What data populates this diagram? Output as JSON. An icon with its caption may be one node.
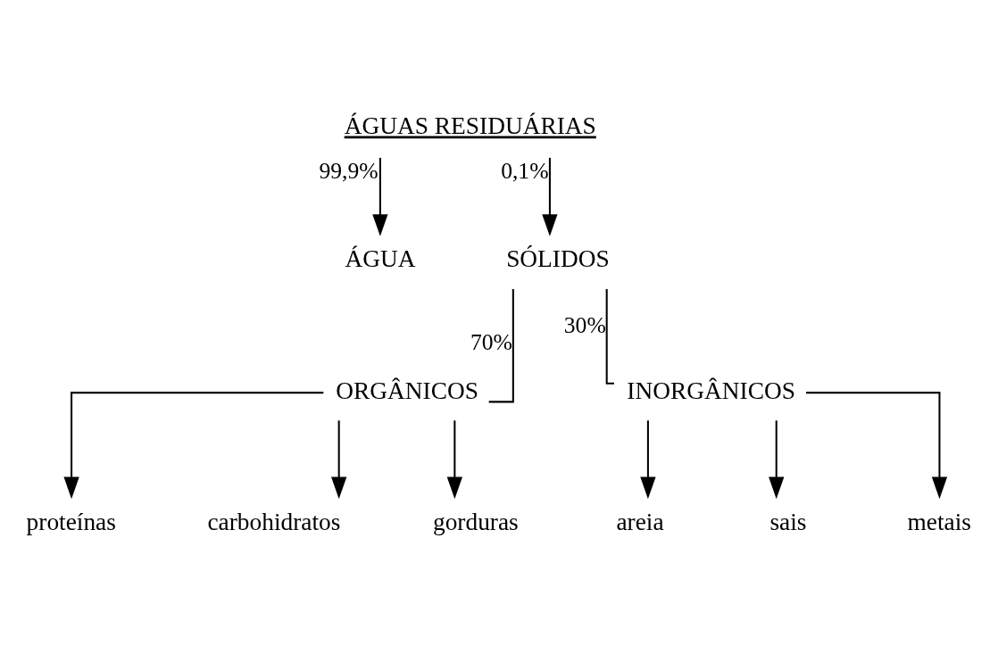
{
  "diagram": {
    "nodes": [
      {
        "text": [
          "ÁGUAS RESIDUÁRIAS"
        ]
      },
      {
        "text": [
          "ÁGUA"
        ]
      },
      {
        "text": [
          "SÓLIDOS"
        ]
      },
      {
        "text": [
          "ORGÂNICOS"
        ]
      },
      {
        "text": [
          "INORGÂNICOS"
        ]
      },
      {
        "text": [
          "proteínas"
        ]
      },
      {
        "text": [
          "carbohidratos"
        ]
      },
      {
        "text": [
          "gorduras"
        ]
      },
      {
        "text": [
          "areia"
        ]
      },
      {
        "text": [
          "sais"
        ]
      },
      {
        "text": [
          "metais"
        ]
      }
    ],
    "edges": [
      {
        "from": 0,
        "to": 1,
        "arrow": "to",
        "label": "99,9%"
      },
      {
        "from": 0,
        "to": 2,
        "arrow": "to",
        "label": "0,1%"
      },
      {
        "from": 2,
        "to": 3,
        "arrow": "none",
        "label": "70%"
      },
      {
        "from": 2,
        "to": 4,
        "arrow": "none",
        "label": "30%"
      },
      {
        "from": 3,
        "to": 5,
        "arrow": "to"
      },
      {
        "from": 3,
        "to": 6,
        "arrow": "to"
      },
      {
        "from": 3,
        "to": 7,
        "arrow": "to"
      },
      {
        "from": 4,
        "to": 8,
        "arrow": "to"
      },
      {
        "from": 4,
        "to": 9,
        "arrow": "to"
      },
      {
        "from": 4,
        "to": 10,
        "arrow": "to"
      }
    ]
  }
}
